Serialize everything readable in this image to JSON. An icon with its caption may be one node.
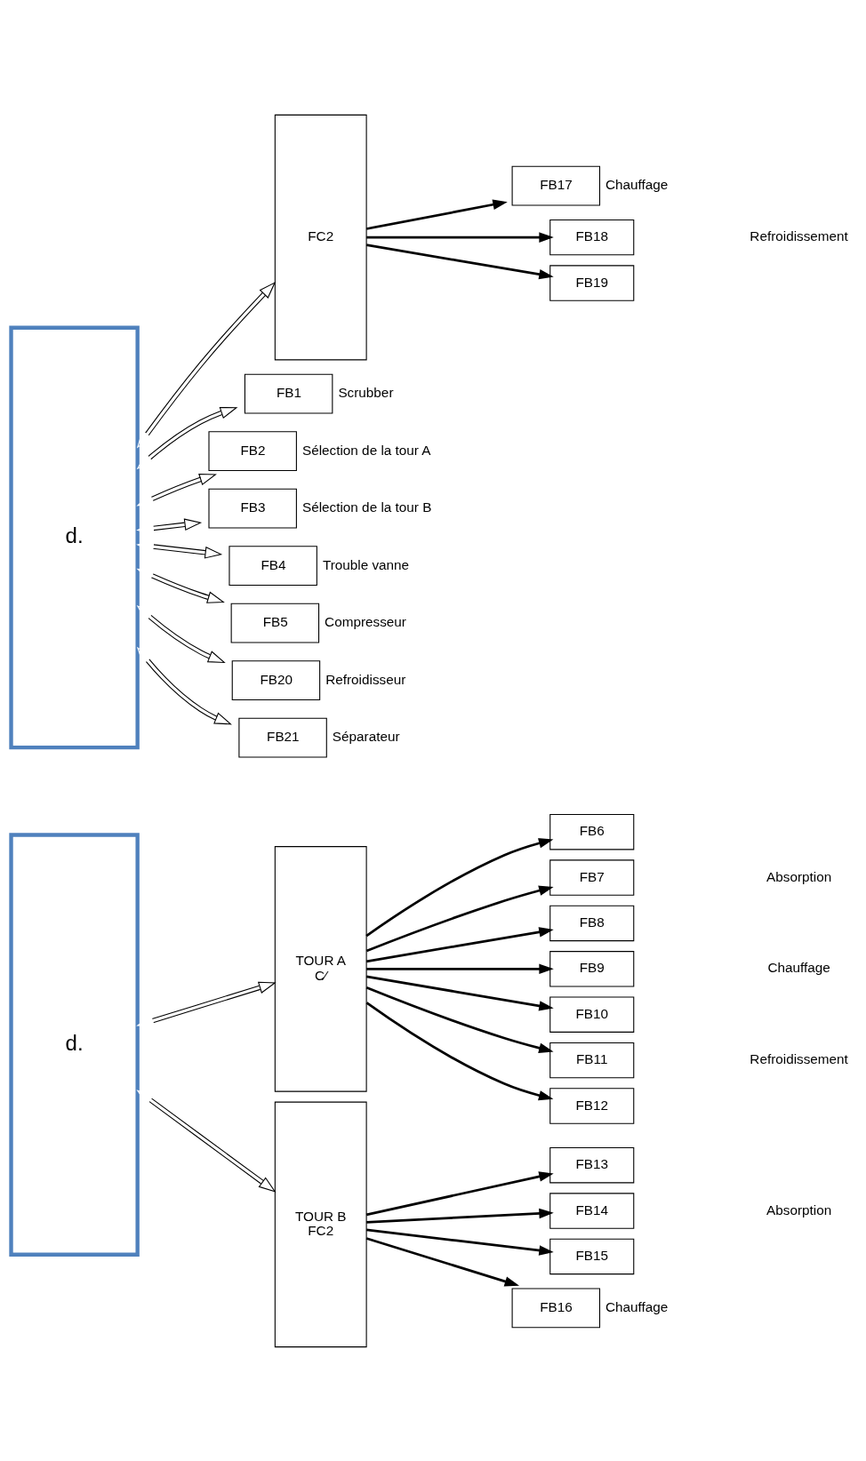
{
  "diagram": {
    "nodes": [
      {
        "text": [
          "d."
        ]
      },
      {
        "text": [
          "d."
        ]
      },
      {
        "text": [
          "TOUR A",
          "C⁄"
        ]
      },
      {
        "text": [
          "TOUR B",
          "FC2"
        ]
      },
      {
        "text": [
          "FC2"
        ]
      },
      {
        "text": [
          "FB6"
        ]
      },
      {
        "text": [
          "FB7"
        ]
      },
      {
        "text": [
          "FB8"
        ]
      },
      {
        "text": [
          "FB9"
        ]
      },
      {
        "text": [
          "FB10"
        ]
      },
      {
        "text": [
          "FB11"
        ]
      },
      {
        "text": [
          "FB12"
        ]
      },
      {
        "text": [
          "FB13"
        ]
      },
      {
        "text": [
          "FB14"
        ]
      },
      {
        "text": [
          "FB15"
        ]
      },
      {
        "text": [
          "FB16"
        ],
        "beside": [
          "Chauffage"
        ]
      },
      {
        "text": [
          "FB17"
        ],
        "beside": [
          "Chauffage"
        ]
      },
      {
        "text": [
          "FB18"
        ]
      },
      {
        "text": [
          "FB19"
        ]
      },
      {
        "text": [
          "FB1"
        ],
        "beside": [
          "Scrubber"
        ]
      },
      {
        "text": [
          "FB2"
        ],
        "beside": [
          "Sélection de la tour A"
        ]
      },
      {
        "text": [
          "FB3"
        ],
        "beside": [
          "Sélection de la tour B"
        ]
      },
      {
        "text": [
          "FB4"
        ],
        "beside": [
          "Trouble vanne"
        ]
      },
      {
        "text": [
          "FB5"
        ],
        "beside": [
          "Compresseur"
        ]
      },
      {
        "text": [
          "FB20"
        ],
        "beside": [
          "Refroidisseur"
        ]
      },
      {
        "text": [
          "FB21"
        ],
        "beside": [
          "Séparateur"
        ]
      }
    ],
    "edges": [
      {
        "from": 0,
        "to": 2,
        "arrow": "both"
      },
      {
        "from": 2,
        "to": 5,
        "arrow": "to"
      },
      {
        "from": 2,
        "to": 6,
        "arrow": "to"
      },
      {
        "from": 2,
        "to": 7,
        "arrow": "to"
      },
      {
        "from": 2,
        "to": 8,
        "arrow": "to"
      },
      {
        "from": 2,
        "to": 9,
        "arrow": "to"
      },
      {
        "from": 2,
        "to": 10,
        "arrow": "to"
      },
      {
        "from": 2,
        "to": 11,
        "arrow": "to"
      },
      {
        "from": 0,
        "to": 3,
        "arrow": "both"
      },
      {
        "from": 3,
        "to": 12,
        "arrow": "to"
      },
      {
        "from": 3,
        "to": 13,
        "arrow": "to"
      },
      {
        "from": 3,
        "to": 14,
        "arrow": "to"
      },
      {
        "from": 3,
        "to": 15,
        "arrow": "to"
      },
      {
        "from": 1,
        "to": 4,
        "arrow": "both"
      },
      {
        "from": 4,
        "to": 16,
        "arrow": "to"
      },
      {
        "from": 4,
        "to": 17,
        "arrow": "to"
      },
      {
        "from": 4,
        "to": 18,
        "arrow": "to"
      },
      {
        "from": 1,
        "to": 19,
        "arrow": "both"
      },
      {
        "from": 1,
        "to": 20,
        "arrow": "both"
      },
      {
        "from": 1,
        "to": 21,
        "arrow": "both"
      },
      {
        "from": 1,
        "to": 22,
        "arrow": "both"
      },
      {
        "from": 1,
        "to": 23,
        "arrow": "both"
      },
      {
        "from": 1,
        "to": 24,
        "arrow": "both"
      },
      {
        "from": 1,
        "to": 25,
        "arrow": "both"
      }
    ],
    "labels": [
      "Absorption",
      "Chauffage",
      "Refroidissement",
      "Absorption",
      "Refroidissement"
    ]
  }
}
